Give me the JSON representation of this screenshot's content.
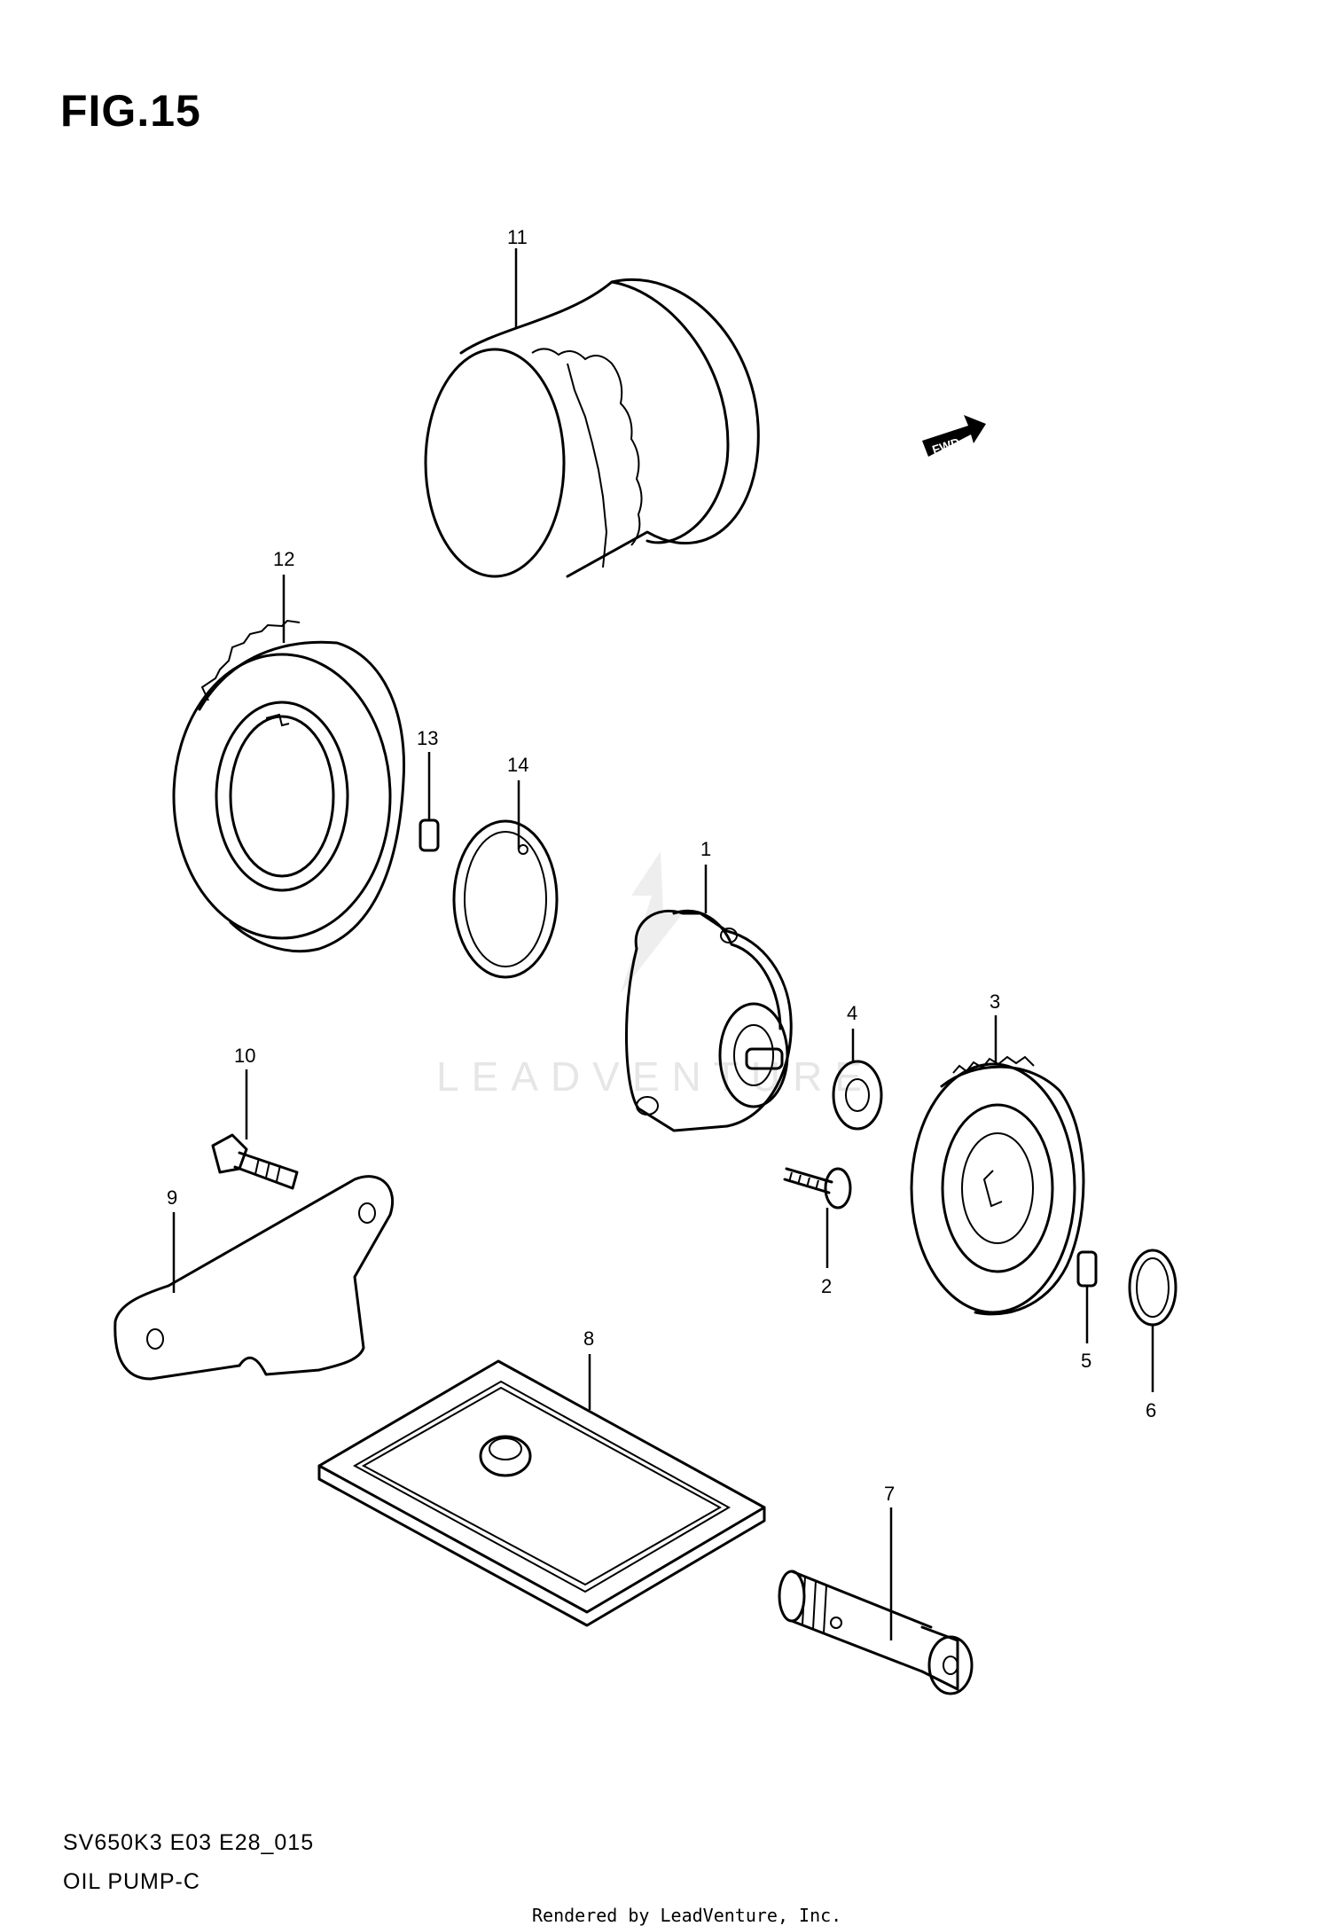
{
  "figure_title": "FIG.15",
  "model_code": "SV650K3 E03 E28_015",
  "diagram_name": "OIL PUMP-C",
  "rendered_by": "Rendered by LeadVenture, Inc.",
  "watermark": "LEADVENTURE",
  "fwd_label": "FWD",
  "callouts": {
    "p1": "1",
    "p2": "2",
    "p3": "3",
    "p4": "4",
    "p5": "5",
    "p6": "6",
    "p7": "7",
    "p8": "8",
    "p9": "9",
    "p10": "10",
    "p11": "11",
    "p12": "12",
    "p13": "13",
    "p14": "14"
  }
}
